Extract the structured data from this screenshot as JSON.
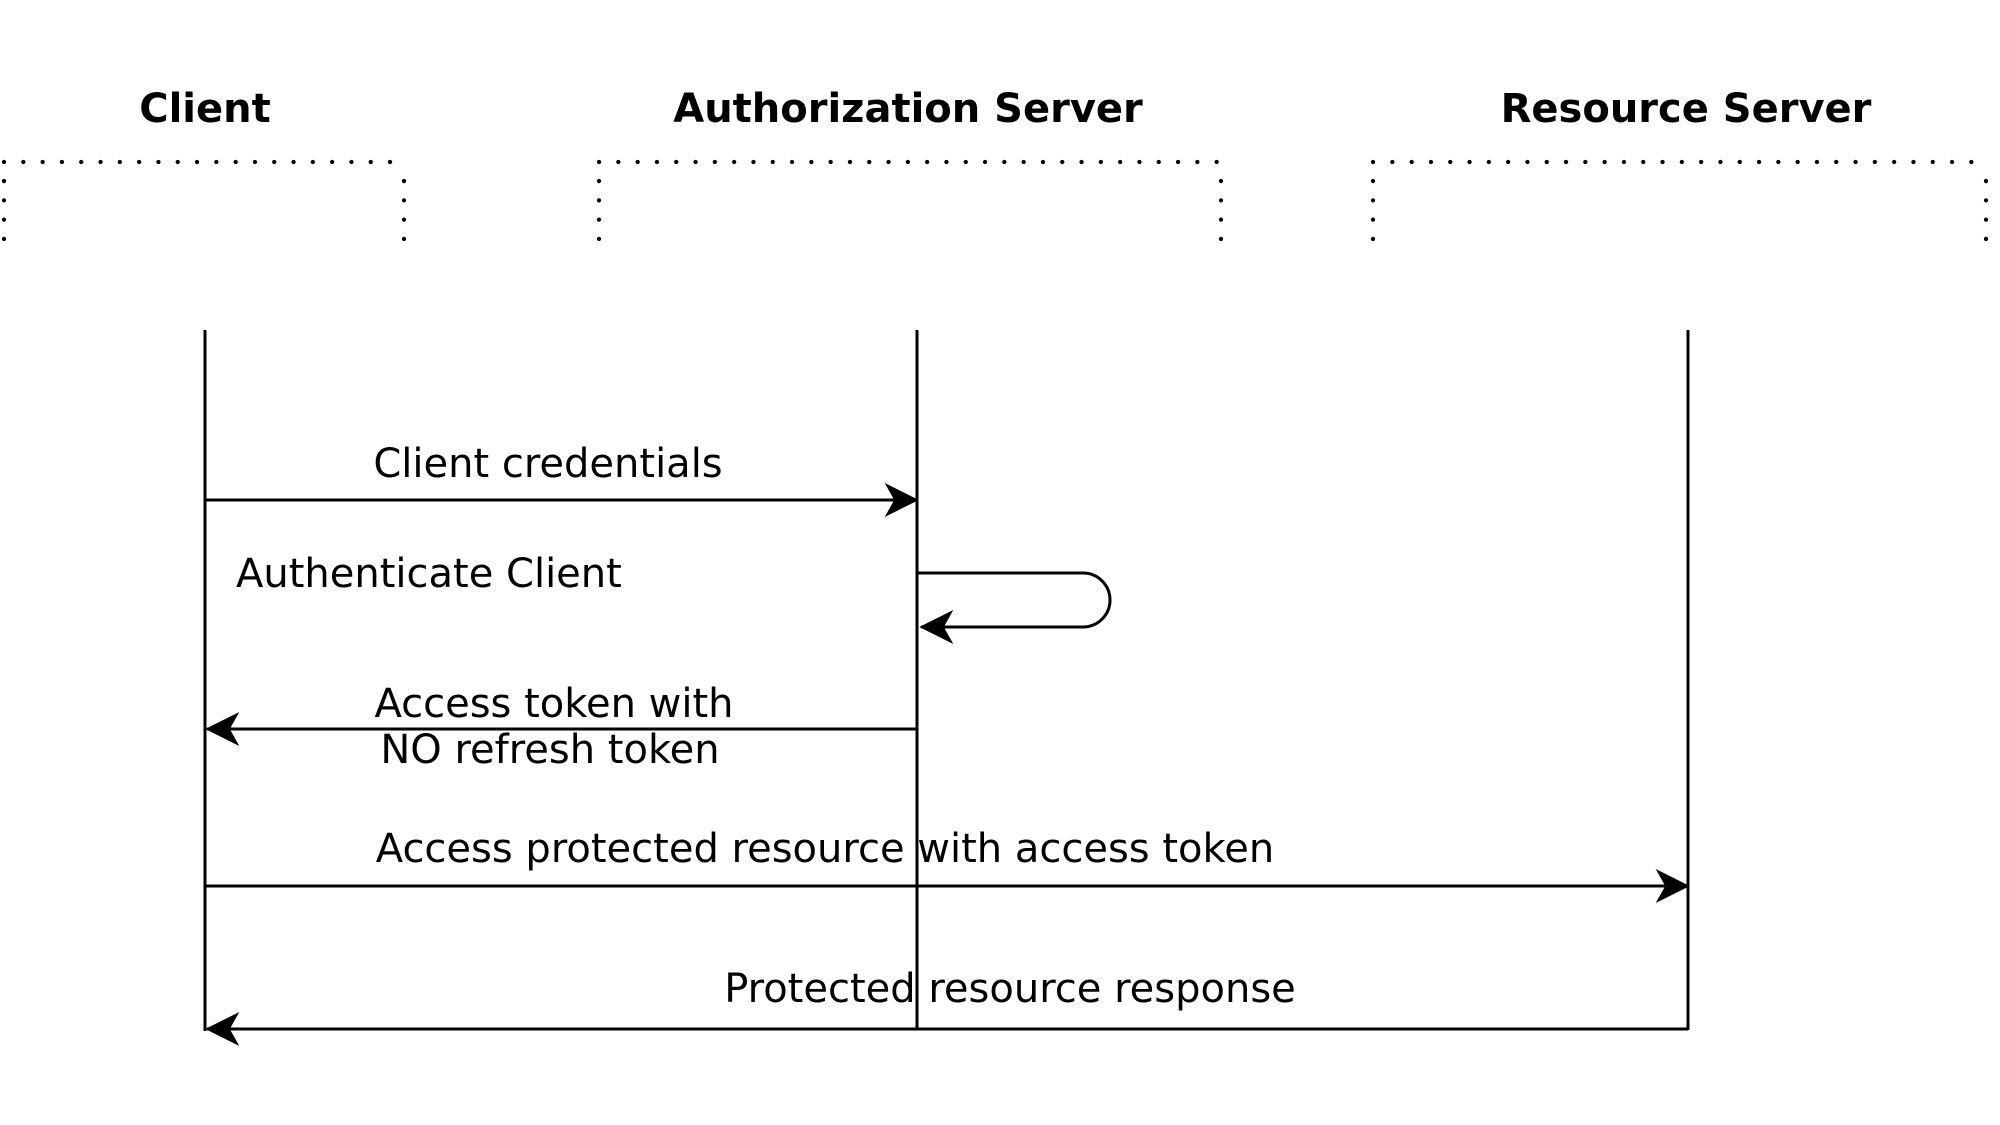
{
  "diagram": {
    "type": "sequence-diagram",
    "participants": [
      {
        "name": "Client"
      },
      {
        "name": "Authorization Server"
      },
      {
        "name": "Resource Server"
      }
    ],
    "messages": [
      {
        "label": "Client credentials",
        "from": "Client",
        "to": "Authorization Server",
        "direction": "right"
      },
      {
        "label": "Authenticate Client",
        "from": "Authorization Server",
        "to": "Authorization Server",
        "direction": "self"
      },
      {
        "label": "Access token with NO refresh token",
        "line1": "Access token with",
        "line2": "NO refresh token",
        "from": "Authorization Server",
        "to": "Client",
        "direction": "left"
      },
      {
        "label": "Access protected resource with access token",
        "from": "Client",
        "to": "Resource Server",
        "direction": "right"
      },
      {
        "label": "Protected resource response",
        "from": "Resource Server",
        "to": "Client",
        "direction": "left"
      }
    ],
    "colors": {
      "line": "#000000",
      "text": "#000000",
      "background": "#ffffff"
    }
  }
}
